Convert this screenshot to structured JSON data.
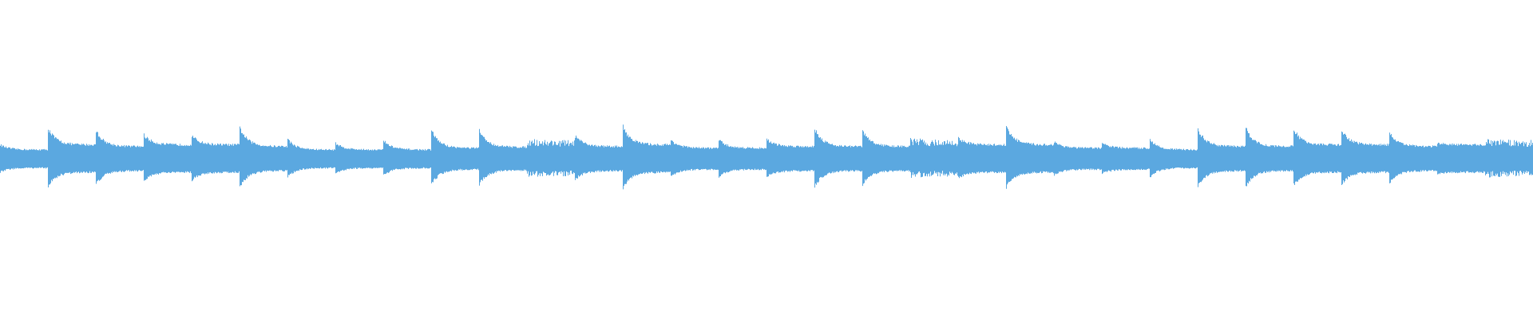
{
  "waveform": {
    "color": "#5ba8e0",
    "background": "#ffffff",
    "segments": [
      {
        "attack": 0.45,
        "sustain": 0.3,
        "kind": "tonal"
      },
      {
        "attack": 0.95,
        "sustain": 0.45,
        "kind": "tonal"
      },
      {
        "attack": 0.88,
        "sustain": 0.4,
        "kind": "tonal"
      },
      {
        "attack": 0.75,
        "sustain": 0.45,
        "kind": "tonal"
      },
      {
        "attack": 0.72,
        "sustain": 0.45,
        "kind": "tonal"
      },
      {
        "attack": 0.98,
        "sustain": 0.4,
        "kind": "tonal"
      },
      {
        "attack": 0.62,
        "sustain": 0.3,
        "kind": "tonal"
      },
      {
        "attack": 0.5,
        "sustain": 0.3,
        "kind": "tonal"
      },
      {
        "attack": 0.58,
        "sustain": 0.3,
        "kind": "tonal"
      },
      {
        "attack": 0.9,
        "sustain": 0.35,
        "kind": "tonal"
      },
      {
        "attack": 0.88,
        "sustain": 0.38,
        "kind": "tonal"
      },
      {
        "attack": 0.6,
        "sustain": 0.55,
        "kind": "noisy"
      },
      {
        "attack": 0.72,
        "sustain": 0.4,
        "kind": "tonal"
      },
      {
        "attack": 1.0,
        "sustain": 0.45,
        "kind": "tonal"
      },
      {
        "attack": 0.6,
        "sustain": 0.35,
        "kind": "tonal"
      },
      {
        "attack": 0.6,
        "sustain": 0.35,
        "kind": "tonal"
      },
      {
        "attack": 0.62,
        "sustain": 0.4,
        "kind": "tonal"
      },
      {
        "attack": 0.95,
        "sustain": 0.4,
        "kind": "tonal"
      },
      {
        "attack": 0.88,
        "sustain": 0.4,
        "kind": "tonal"
      },
      {
        "attack": 0.62,
        "sustain": 0.55,
        "kind": "noisy"
      },
      {
        "attack": 0.65,
        "sustain": 0.45,
        "kind": "tonal"
      },
      {
        "attack": 1.0,
        "sustain": 0.45,
        "kind": "tonal"
      },
      {
        "attack": 0.55,
        "sustain": 0.35,
        "kind": "tonal"
      },
      {
        "attack": 0.5,
        "sustain": 0.35,
        "kind": "tonal"
      },
      {
        "attack": 0.62,
        "sustain": 0.3,
        "kind": "tonal"
      },
      {
        "attack": 0.92,
        "sustain": 0.4,
        "kind": "tonal"
      },
      {
        "attack": 0.95,
        "sustain": 0.4,
        "kind": "tonal"
      },
      {
        "attack": 0.92,
        "sustain": 0.45,
        "kind": "tonal"
      },
      {
        "attack": 0.88,
        "sustain": 0.45,
        "kind": "tonal"
      },
      {
        "attack": 0.82,
        "sustain": 0.4,
        "kind": "tonal"
      },
      {
        "attack": 0.5,
        "sustain": 0.45,
        "kind": "tonal"
      },
      {
        "attack": 0.6,
        "sustain": 0.55,
        "kind": "noisy"
      }
    ]
  }
}
